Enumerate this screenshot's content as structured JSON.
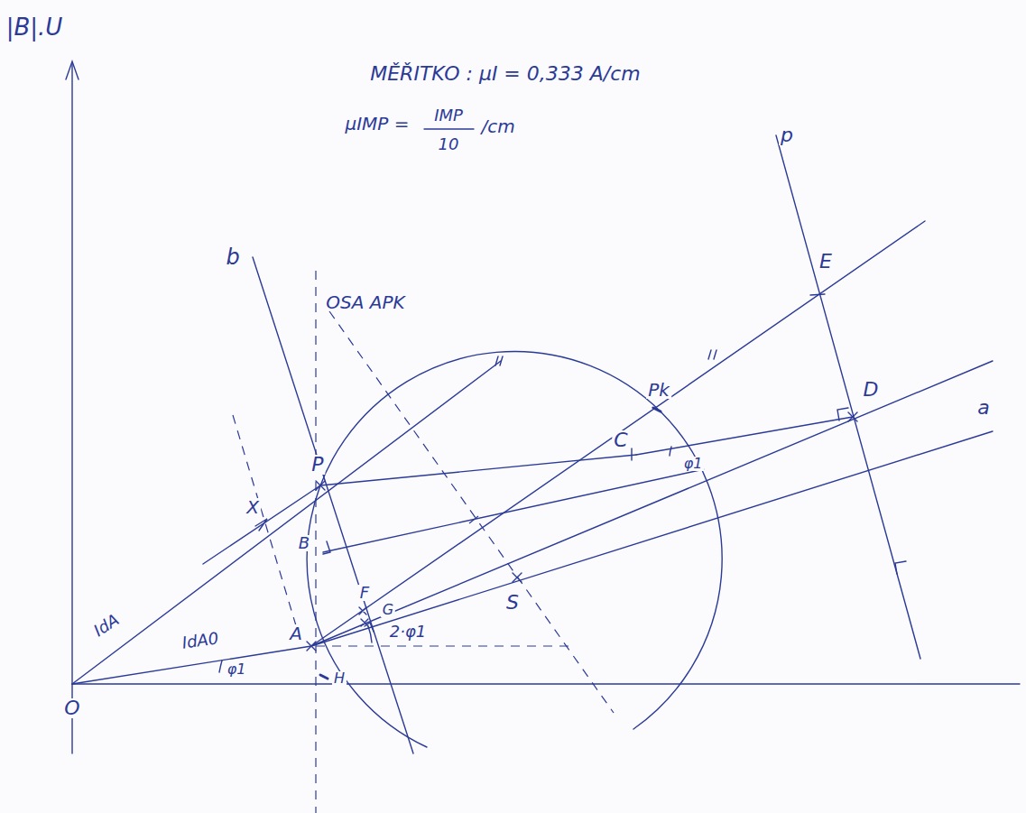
{
  "diagram": {
    "labels": [
      "|B|.U",
      "MĚŘITKO : μI = 0,333 A/cm",
      "μIMP =",
      "IMP",
      "10",
      "/cm",
      "b",
      "OSA APK",
      "p",
      "E",
      "Pk",
      "D",
      "a",
      "P",
      "C",
      "φ1",
      "X",
      "B",
      "S",
      "F",
      "G",
      "2·φ1",
      "A",
      "IdA",
      "IdA0",
      "φ1",
      "O",
      "H"
    ]
  }
}
